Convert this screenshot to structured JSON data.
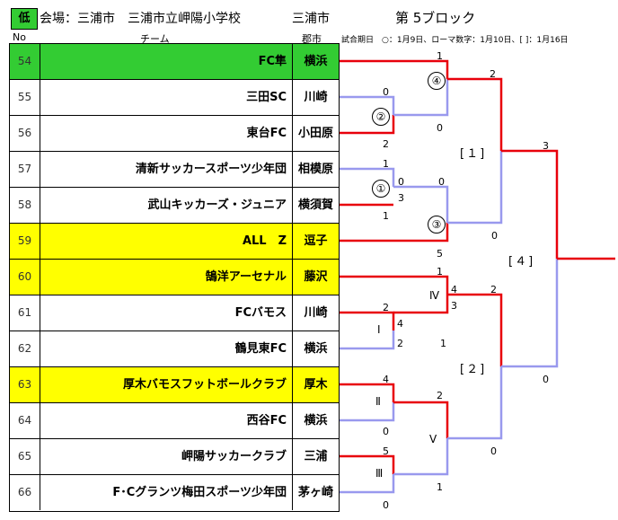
{
  "header": {
    "badge": "低",
    "venue": "会場：三浦市　三浦市立岬陽小学校",
    "city": "三浦市",
    "block": "第 5ブロック",
    "col_no": "No",
    "col_team": "チーム",
    "col_city": "郡市",
    "note": "試合期日　○：1月9日、ローマ数字：1月10日、[ ]：1月16日"
  },
  "rows": [
    {
      "no": "54",
      "team": "FC隼",
      "city": "横浜",
      "bg": "#33cc33"
    },
    {
      "no": "55",
      "team": "三田SC",
      "city": "川崎",
      "bg": "#ffffff"
    },
    {
      "no": "56",
      "team": "東台FC",
      "city": "小田原",
      "bg": "#ffffff"
    },
    {
      "no": "57",
      "team": "清新サッカースポーツ少年団",
      "city": "相模原",
      "bg": "#ffffff"
    },
    {
      "no": "58",
      "team": "武山キッカーズ・ジュニア",
      "city": "横須賀",
      "bg": "#ffffff"
    },
    {
      "no": "59",
      "team": "ALL　Z",
      "city": "逗子",
      "bg": "#ffff00"
    },
    {
      "no": "60",
      "team": "鵠洋アーセナル",
      "city": "藤沢",
      "bg": "#ffff00"
    },
    {
      "no": "61",
      "team": "FCバモス",
      "city": "川崎",
      "bg": "#ffffff"
    },
    {
      "no": "62",
      "team": "鶴見東FC",
      "city": "横浜",
      "bg": "#ffffff"
    },
    {
      "no": "63",
      "team": "厚木バモスフットボールクラブ",
      "city": "厚木",
      "bg": "#ffff00"
    },
    {
      "no": "64",
      "team": "西谷FC",
      "city": "横浜",
      "bg": "#ffffff"
    },
    {
      "no": "65",
      "team": "岬陽サッカークラブ",
      "city": "三浦",
      "bg": "#ffffff"
    },
    {
      "no": "66",
      "team": "F･Cグランツ梅田スポーツ少年団",
      "city": "茅ヶ崎",
      "bg": "#ffffff"
    }
  ],
  "matches": {
    "m1": {
      "label": "①",
      "scores": [
        "1",
        "0",
        "3",
        "1"
      ]
    },
    "m2": {
      "label": "②",
      "scores": [
        "0",
        "2"
      ]
    },
    "m3": {
      "label": "③",
      "scores": [
        "0",
        "5"
      ]
    },
    "m4": {
      "label": "④",
      "scores": [
        "1",
        "0"
      ]
    },
    "r1": {
      "label": "Ⅰ",
      "scores": [
        "2",
        "4",
        "2"
      ]
    },
    "r2": {
      "label": "Ⅱ",
      "scores": [
        "4",
        "0"
      ]
    },
    "r3": {
      "label": "Ⅲ",
      "scores": [
        "5",
        "0"
      ]
    },
    "r4": {
      "label": "Ⅳ",
      "scores": [
        "1",
        "4",
        "3",
        "1"
      ]
    },
    "r5": {
      "label": "Ⅴ",
      "scores": [
        "2",
        "1"
      ]
    },
    "b1": {
      "label": "[１]",
      "scores": [
        "2",
        "0"
      ]
    },
    "b2": {
      "label": "[２]",
      "scores": [
        "2",
        "0"
      ]
    },
    "b4": {
      "label": "[４]",
      "scores": [
        "3",
        "0"
      ]
    }
  },
  "colors": {
    "win": "#e8000b",
    "lose": "#9999ee",
    "green": "#33cc33",
    "yellow": "#ffff00"
  }
}
